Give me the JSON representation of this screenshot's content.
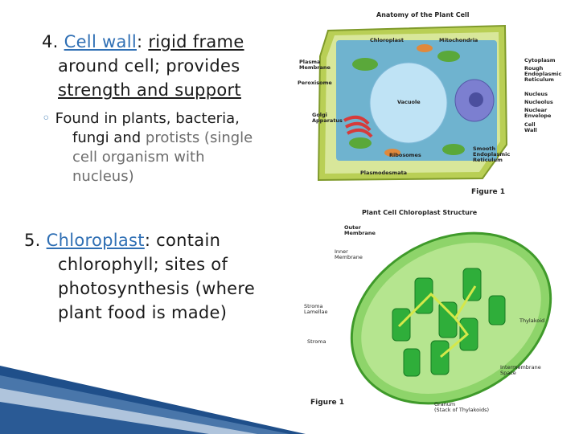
{
  "p4": {
    "number": "4. ",
    "term": "Cell wall",
    "colon": ": ",
    "def_underlined": "rigid frame",
    "line2": "around cell; provides",
    "line3": "strength and support"
  },
  "sub": {
    "bullet": "◦",
    "line1": "Found in plants, bacteria,",
    "line2a": "fungi and ",
    "line2b": "protists (single",
    "line3": "cell organism with",
    "line4": "nucleus)"
  },
  "p5": {
    "number": "5. ",
    "term": "Chloroplast",
    "rest1": ": contain",
    "line2": "chlorophyll; sites of",
    "line3": "photosynthesis (where",
    "line4": "plant food is made)"
  },
  "cell_fig": {
    "title": "Anatomy of the Plant Cell",
    "labels": {
      "chloroplast": "Chloroplast",
      "mitochondria": "Mitochondria",
      "plasma_membrane": "Plasma\nMembrane",
      "peroxisome": "Peroxisome",
      "cytoplasm": "Cytoplasm",
      "rough_er": "Rough\nEndoplasmic\nReticulum",
      "nucleus": "Nucleus",
      "nucleolus": "Nucleolus",
      "nuclear_envelope": "Nuclear\nEnvelope",
      "cell_wall": "Cell\nWall",
      "golgi": "Golgi\nApparatus",
      "vacuole": "Vacuole",
      "ribosomes": "Ribosomes",
      "smooth_er": "Smooth\nEndoplasmic\nReticulum",
      "plasmodesmata": "Plasmodesmata"
    },
    "caption": "Figure 1"
  },
  "chloro_fig": {
    "title": "Plant Cell Chloroplast Structure",
    "labels": {
      "outer_membrane": "Outer\nMembrane",
      "inner_membrane": "Inner\nMembrane",
      "stroma_lamellae": "Stroma\nLamellae",
      "thylakoid": "Thylakoid",
      "stroma": "Stroma",
      "intermembrane": "Intermembrane\nSpace",
      "granum": "Granum\n(Stack of Thylakoids)"
    },
    "caption": "Figure 1"
  },
  "colors": {
    "link": "#2f6fb4",
    "bullet": "#5a8dbe",
    "accent_blue": "#1f4f8a"
  }
}
